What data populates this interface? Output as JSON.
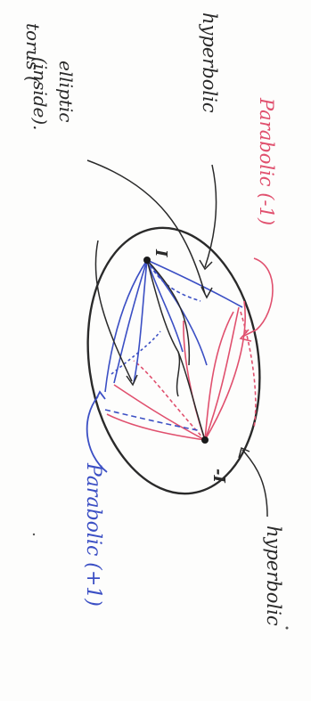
{
  "labels": {
    "torus_fragment": "torus (",
    "hyperbolic_top": "hyperbolic",
    "parabolic_minus": "Parabolic (-1)",
    "elliptic": "elliptic",
    "elliptic_inside": "(inside).",
    "point_I": "I",
    "point_minus_I": "-I",
    "parabolic_plus": "Parabolic (+1)",
    "hyperbolic_bottom": "hyperbolic"
  },
  "colors": {
    "pen": "#2a2a2a",
    "red": "#e0506e",
    "blue": "#3b4fc4",
    "paper": "#fdfdfc"
  }
}
